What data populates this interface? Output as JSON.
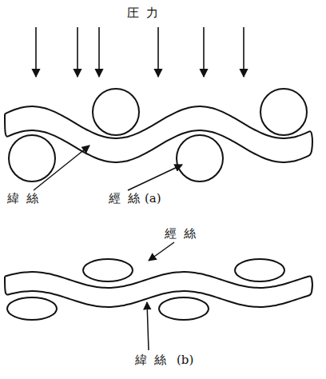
{
  "diagram": {
    "labels": [
      "圧力",
      "緯絲",
      "經絲",
      "(a)",
      "經絲",
      "緯絲",
      "(b)"
    ]
  }
}
